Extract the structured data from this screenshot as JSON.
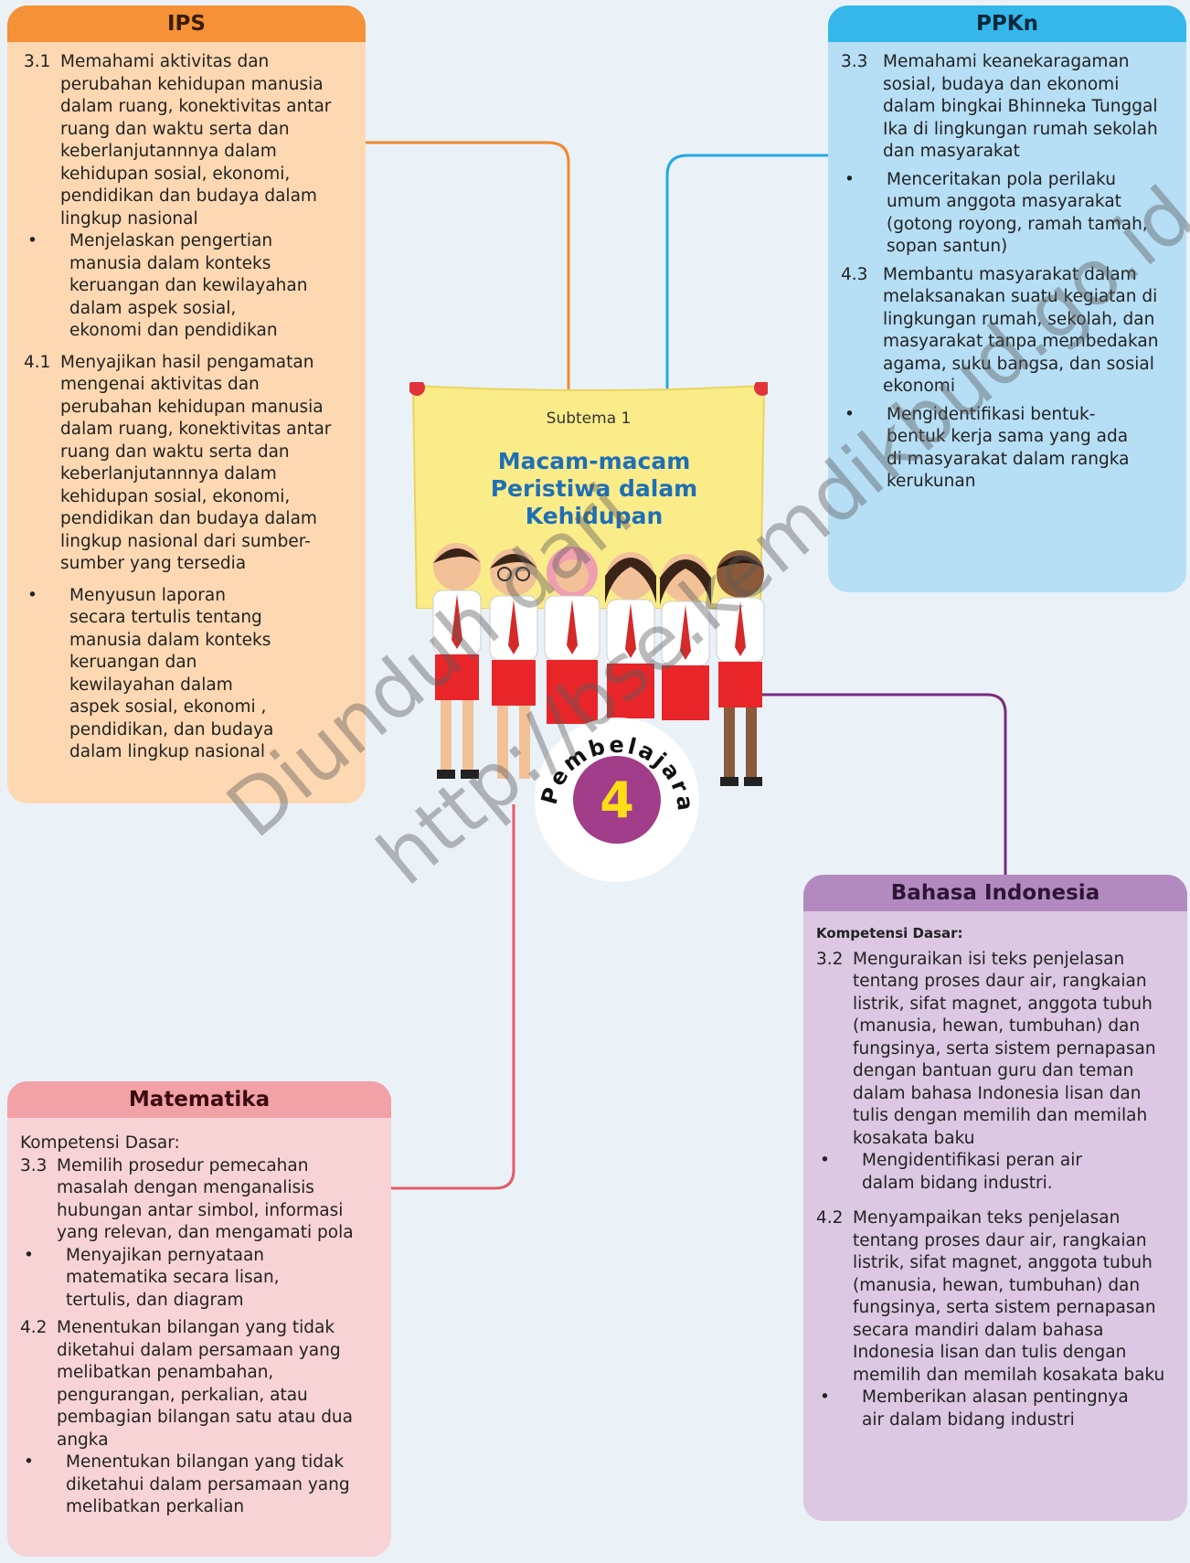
{
  "center": {
    "subtema": "Subtema 1",
    "title_lines": [
      "Macam-macam",
      "Peristiwa dalam",
      "Kehidupan"
    ],
    "badge_word": "Pembelajaran",
    "badge_number": "4"
  },
  "ips": {
    "title": "IPS",
    "items": [
      {
        "num": "3.1",
        "text": "Memahami aktivitas dan perubahan kehidupan manusia dalam ruang, konektivitas antar ruang dan waktu serta dan keberlanjutannnya dalam kehidupan sosial, ekonomi, pendidikan dan budaya dalam lingkup nasional"
      },
      {
        "num": "•",
        "text": "Menjelaskan pengertian manusia dalam konteks keruangan  dan kewilayahan dalam aspek sosial, ekonomi dan pendidikan"
      },
      {
        "num": "4.1",
        "text": "Menyajikan hasil pengamatan mengenai aktivitas dan perubahan kehidupan manusia dalam ruang, konektivitas antar ruang dan waktu serta dan keberlanjutannnya dalam kehidupan sosial, ekonomi, pendidikan dan budaya dalam lingkup nasional dari sumber-sumber yang tersedia"
      },
      {
        "num": "•",
        "text": "Menyusun laporan secara tertulis tentang manusia dalam konteks keruangan dan kewilayahan  dalam aspek sosial, ekonomi , pendidikan, dan budaya dalam lingkup nasional"
      }
    ]
  },
  "ppkn": {
    "title": "PPKn",
    "items": [
      {
        "num": "3.3",
        "text": "Memahami keanekaragaman sosial, budaya dan ekonomi dalam bingkai Bhinneka Tunggal Ika di lingkungan rumah sekolah dan masyarakat"
      },
      {
        "num": "•",
        "text": "Menceritakan pola perilaku umum anggota masyarakat (gotong royong, ramah tamah, sopan santun)"
      },
      {
        "num": "4.3",
        "text": "Membantu masyarakat dalam melaksanakan suatu kegiatan di lingkungan rumah, sekolah, dan masyarakat tanpa membedakan agama, suku bangsa, dan sosial ekonomi"
      },
      {
        "num": "•",
        "text": "Mengidentifikasi bentuk-bentuk kerja sama yang ada di masyarakat dalam rangka kerukunan"
      }
    ]
  },
  "bahasa": {
    "title": "Bahasa Indonesia",
    "kd_label": "Kompetensi Dasar:",
    "items": [
      {
        "num": "3.2",
        "text": "Menguraikan isi teks penjelasan tentang proses daur air, rangkaian listrik, sifat magnet, anggota tubuh (manusia, hewan, tumbuhan) dan fungsinya, serta sistem pernapasan dengan bantuan guru dan teman dalam bahasa Indonesia lisan dan tulis dengan memilih dan memilah kosakata baku"
      },
      {
        "num": "•",
        "text": "Mengidentifikasi peran air dalam bidang industri."
      },
      {
        "num": "4.2",
        "text": "Menyampaikan teks penjelasan tentang proses daur air, rangkaian listrik, sifat magnet, anggota tubuh (manusia, hewan, tumbuhan) dan fungsinya, serta sistem pernapasan secara mandiri dalam bahasa Indonesia lisan dan tulis dengan memilih dan memilah kosakata baku"
      },
      {
        "num": "•",
        "text": "Memberikan alasan pentingnya air dalam bidang industri"
      }
    ]
  },
  "matematika": {
    "title": "Matematika",
    "kd_label": "Kompetensi Dasar:",
    "items": [
      {
        "num": "3.3",
        "text": "Memilih prosedur pemecahan masalah dengan menganalisis hubungan antar simbol, informasi yang relevan, dan mengamati pola"
      },
      {
        "num": "•",
        "text": "Menyajikan pernyataan matematika secara lisan, tertulis, dan diagram"
      },
      {
        "num": "4.2",
        "text": "Menentukan bilangan yang tidak diketahui dalam persamaan yang melibatkan penambahan, pengurangan, perkalian, atau pembagian bilangan satu atau dua angka"
      },
      {
        "num": "•",
        "text": "Menentukan bilangan yang tidak diketahui dalam persamaan yang melibatkan perkalian"
      }
    ]
  },
  "watermark": {
    "line1": "Diunduh dari",
    "line2": "http://bse.kemdikbud.go.id"
  },
  "colors": {
    "ips": "#f59136",
    "ppkn": "#35b7ec",
    "bahasa": "#b28ac0",
    "matematika": "#f2a1a6",
    "badge": "#a23d8a",
    "title": "#1f6fb4"
  }
}
